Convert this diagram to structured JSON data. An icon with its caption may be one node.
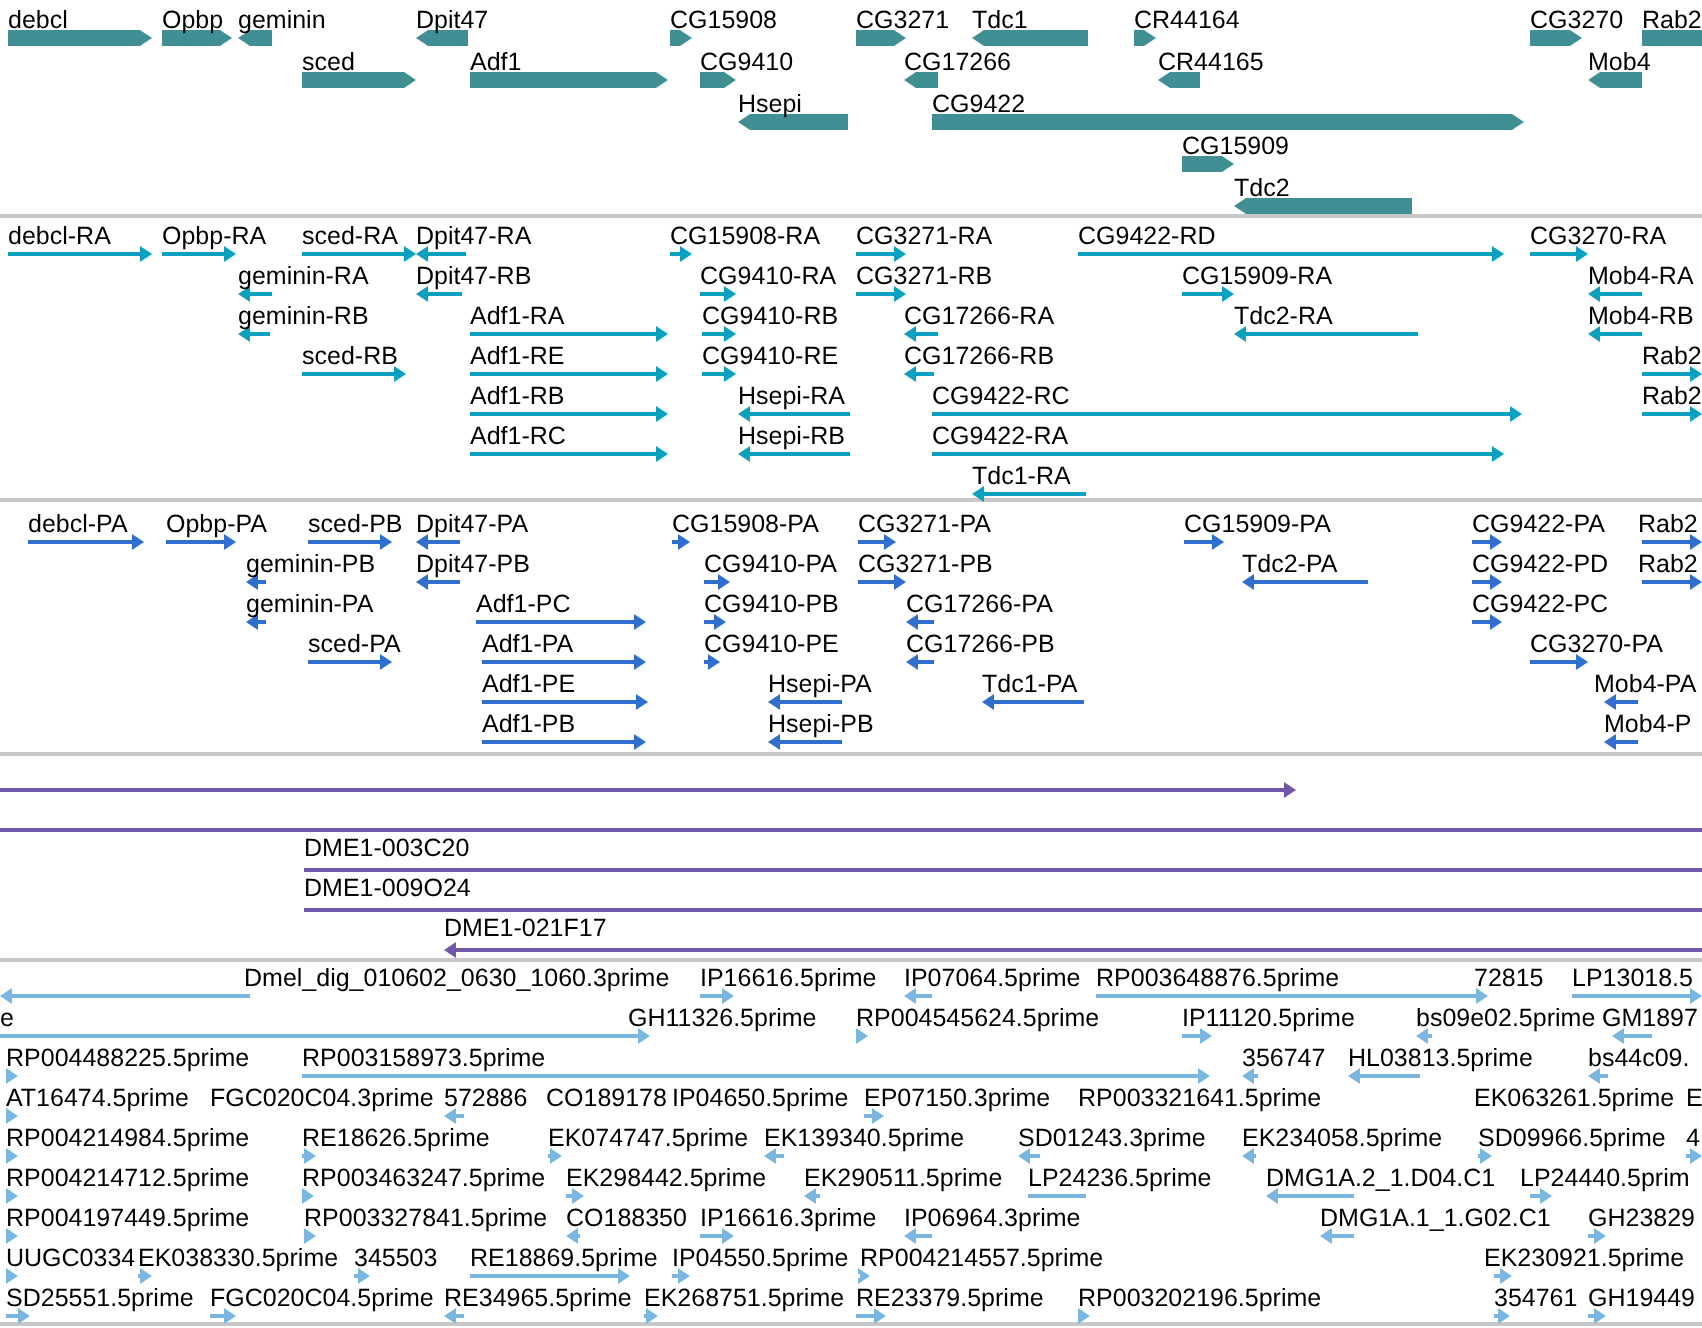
{
  "diagram": {
    "labels": [
      "debcl",
      "Opbp",
      "geminin",
      "Dpit47",
      "CG15908",
      "CG3271",
      "Tdc1",
      "CR44164",
      "CG3270",
      "Rab2",
      "sced",
      "Adf1",
      "CG9410",
      "CG17266",
      "CR44165",
      "Mob4",
      "Hsepi",
      "CG9422",
      "CG15909",
      "Tdc2",
      "debcl-RA",
      "Opbp-RA",
      "sced-RA",
      "Dpit47-RA",
      "CG15908-RA",
      "CG3271-RA",
      "CG9422-RD",
      "CG3270-RA",
      "geminin-RA",
      "Dpit47-RB",
      "CG9410-RA",
      "CG3271-RB",
      "CG15909-RA",
      "Mob4-RA",
      "geminin-RB",
      "Adf1-RA",
      "CG9410-RB",
      "CG17266-RA",
      "Tdc2-RA",
      "Mob4-RB",
      "sced-RB",
      "Adf1-RE",
      "CG9410-RE",
      "CG17266-RB",
      "Rab2",
      "Adf1-RB",
      "Hsepi-RA",
      "CG9422-RC",
      "Rab2",
      "Adf1-RC",
      "Hsepi-RB",
      "CG9422-RA",
      "Tdc1-RA",
      "debcl-PA",
      "Opbp-PA",
      "sced-PB",
      "Dpit47-PA",
      "CG15908-PA",
      "CG3271-PA",
      "CG15909-PA",
      "CG9422-PA",
      "Rab2",
      "geminin-PB",
      "Dpit47-PB",
      "CG9410-PA",
      "CG3271-PB",
      "Tdc2-PA",
      "CG9422-PD",
      "Rab2",
      "geminin-PA",
      "Adf1-PC",
      "CG9410-PB",
      "CG17266-PA",
      "CG9422-PC",
      "sced-PA",
      "Adf1-PA",
      "CG9410-PE",
      "CG17266-PB",
      "CG3270-PA",
      "Adf1-PE",
      "Hsepi-PA",
      "Tdc1-PA",
      "Mob4-PA",
      "Adf1-PB",
      "Hsepi-PB",
      "Mob4-P",
      "DME1-003C20",
      "DME1-009O24",
      "DME1-021F17",
      "Dmel_dig_010602_0630_1060.3prime",
      "IP16616.5prime",
      "IP07064.5prime",
      "RP003648876.5prime",
      "72815",
      "LP13018.5",
      "e",
      "GH11326.5prime",
      "RP004545624.5prime",
      "IP11120.5prime",
      "bs09e02.5prime",
      "GM1897",
      "RP004488225.5prime",
      "RP003158973.5prime",
      "356747",
      "HL03813.5prime",
      "bs44c09.",
      "AT16474.5prime",
      "FGC020C04.3prime",
      "572886",
      "CO189178",
      "IP04650.5prime",
      "EP07150.3prime",
      "RP003321641.5prime",
      "EK063261.5prime",
      "E",
      "RP004214984.5prime",
      "RE18626.5prime",
      "EK074747.5prime",
      "EK139340.5prime",
      "SD01243.3prime",
      "EK234058.5prime",
      "SD09966.5prime",
      "4",
      "RP004214712.5prime",
      "RP003463247.5prime",
      "EK298442.5prime",
      "EK290511.5prime",
      "LP24236.5prime",
      "DMG1A.2_1.D04.C1",
      "LP24440.5prim",
      "RP004197449.5prime",
      "RP003327841.5prime",
      "CO188350",
      "IP16616.3prime",
      "IP06964.3prime",
      "DMG1A.1_1.G02.C1",
      "GH23829",
      "UUGC0334",
      "EK038330.5prime",
      "345503",
      "RE18869.5prime",
      "IP04550.5prime",
      "RP004214557.5prime",
      "EK230921.5prime",
      "SD25551.5prime",
      "FGC020C04.5prime",
      "RE34965.5prime",
      "EK268751.5prime",
      "RE23379.5prime",
      "RP003202196.5prime",
      "354761",
      "GH19449"
    ]
  }
}
